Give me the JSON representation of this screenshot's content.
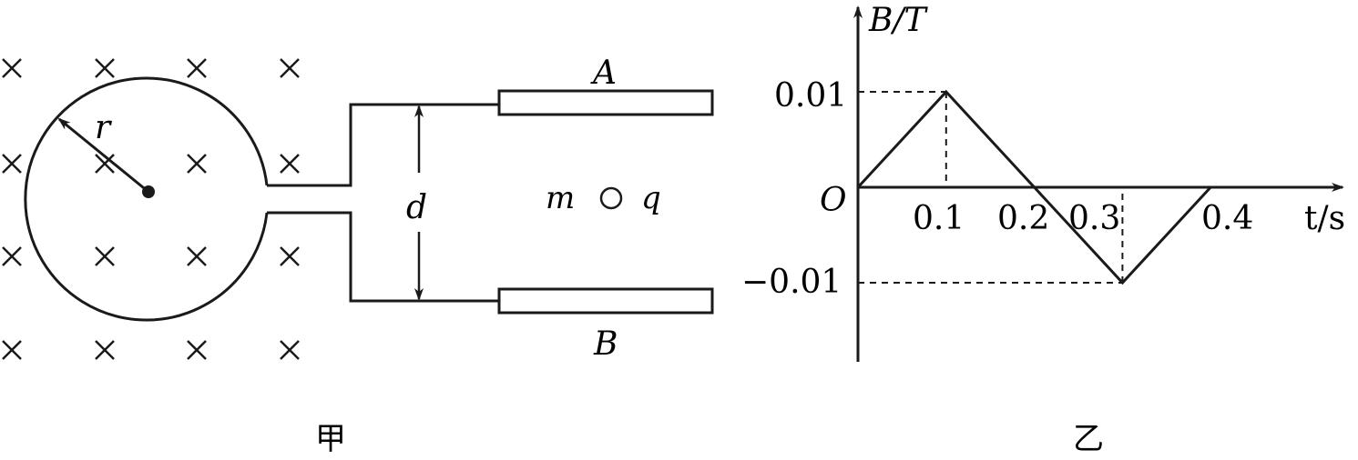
{
  "figure_left": {
    "caption": "甲",
    "field_symbol": "×",
    "label_radius": "r",
    "label_distance": "d",
    "label_plate_top": "A",
    "label_plate_bottom": "B",
    "label_mass": "m",
    "label_charge": "q"
  },
  "figure_right": {
    "caption": "乙",
    "y_axis_label": "B/T",
    "x_axis_label": "t/s",
    "origin_label": "O",
    "y_tick_top": "0.01",
    "y_tick_bottom": "−0.01",
    "x_ticks": [
      "0.1",
      "0.2",
      "0.3",
      "0.4"
    ]
  },
  "chart_data": {
    "type": "line",
    "xlabel": "t/s",
    "ylabel": "B/T",
    "x_ticks": [
      0.1,
      0.2,
      0.3,
      0.4
    ],
    "y_ticks": [
      -0.01,
      0.01
    ],
    "series": [
      {
        "x": [
          0,
          0.1,
          0.2,
          0.3,
          0.4
        ],
        "y": [
          0,
          0.01,
          0,
          -0.01,
          0
        ]
      }
    ],
    "guides": [
      {
        "from": [
          0,
          0.01
        ],
        "to": [
          0.1,
          0.01
        ]
      },
      {
        "from": [
          0.1,
          0.01
        ],
        "to": [
          0.1,
          0
        ]
      },
      {
        "from": [
          0,
          -0.01
        ],
        "to": [
          0.3,
          -0.01
        ]
      },
      {
        "from": [
          0.3,
          -0.01
        ],
        "to": [
          0.3,
          0
        ]
      }
    ]
  }
}
